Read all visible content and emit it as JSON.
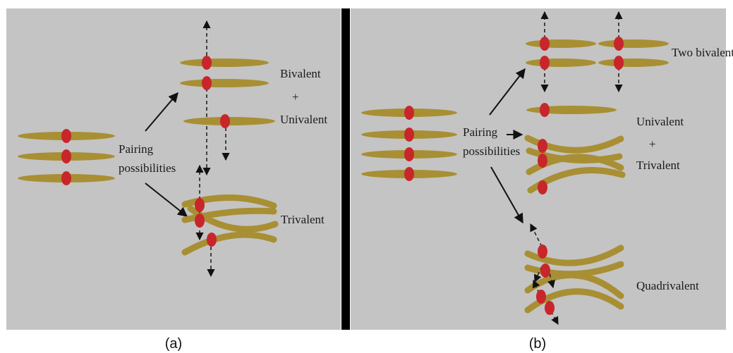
{
  "panel_a": {
    "caption": "(a)",
    "pairing_label_line1": "Pairing",
    "pairing_label_line2": "possibilities",
    "bivalent_label": "Bivalent",
    "plus_sign": "+",
    "univalent_label": "Univalent",
    "trivalent_label": "Trivalent"
  },
  "panel_b": {
    "caption": "(b)",
    "pairing_label_line1": "Pairing",
    "pairing_label_line2": "possibilities",
    "two_bivalents_label": "Two bivalents",
    "univalent_label": "Univalent",
    "plus_sign": "+",
    "trivalent_label": "Trivalent",
    "quadrivalent_label": "Quadrivalent"
  },
  "colors": {
    "panel_background": "#c4c4c4",
    "divider": "#000000",
    "chromosome": "#a88f33",
    "centromere": "#c8262b"
  }
}
